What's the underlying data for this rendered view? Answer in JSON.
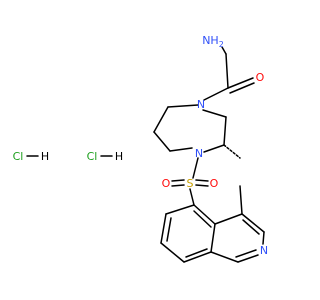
{
  "structure": {
    "atoms": {
      "amine": {
        "symbol": "N",
        "h": "H",
        "h_count": "2"
      },
      "carbonyl_o": {
        "symbol": "O"
      },
      "ring_n1": {
        "symbol": "N"
      },
      "ring_n4": {
        "symbol": "N"
      },
      "sulfur": {
        "symbol": "S"
      },
      "sulfonyl_o1": {
        "symbol": "O"
      },
      "sulfonyl_o2": {
        "symbol": "O"
      },
      "isoquinoline_n": {
        "symbol": "N"
      }
    },
    "salts": [
      {
        "label": "Cl",
        "h": "H"
      },
      {
        "label": "Cl",
        "h": "H"
      }
    ]
  },
  "colors": {
    "bond": "#000000",
    "nitrogen": "#3050f8",
    "oxygen": "#ff0d0d",
    "sulfur": "#c8a000",
    "chlorine": "#1ea01e"
  }
}
